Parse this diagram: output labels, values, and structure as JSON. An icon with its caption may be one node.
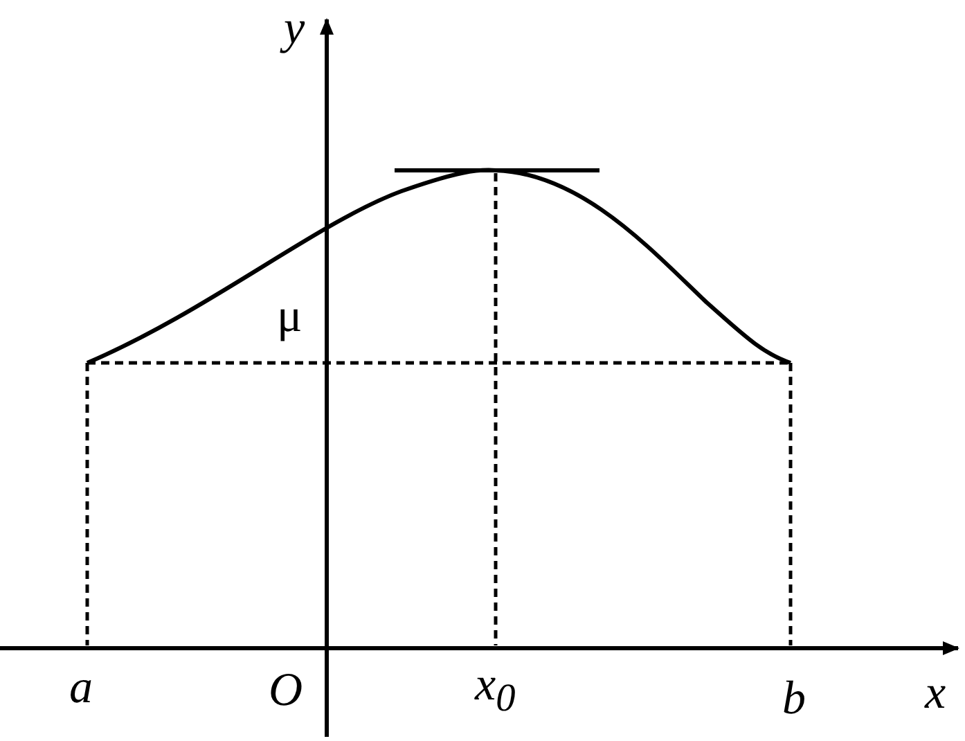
{
  "diagram": {
    "labels": [
      "y",
      "μ",
      "a",
      "O",
      "x$_{0}$",
      "b",
      "x"
    ]
  }
}
